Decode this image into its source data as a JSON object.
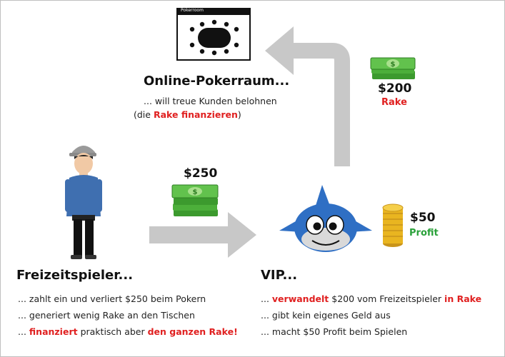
{
  "pokerroom": {
    "window_title": "Pokerroom",
    "heading": "Online-Pokerraum...",
    "line1": "... will treue Kunden belohnen",
    "line2_prefix": "(die ",
    "line2_highlight": "Rake finanzieren",
    "line2_suffix": ")"
  },
  "rake_payment": {
    "amount": "$200",
    "label": "Rake"
  },
  "player_payment": {
    "amount": "$250"
  },
  "vip_profit": {
    "amount": "$50",
    "label": "Profit"
  },
  "freizeitspieler": {
    "heading": "Freizeitspieler...",
    "line1": "... zahlt ein und verliert $250 beim Pokern",
    "line2": "... generiert wenig Rake an den Tischen",
    "line3_prefix": "... ",
    "line3_red1": "finanziert",
    "line3_mid": " praktisch aber ",
    "line3_red2": "den ganzen Rake!"
  },
  "vip": {
    "heading": "VIP...",
    "line1_prefix": "... ",
    "line1_red1": "verwandelt",
    "line1_mid": " $200 vom Freizeitspieler ",
    "line1_red2": "in Rake",
    "line2": "... gibt kein eigenes Geld aus",
    "line3": "... macht $50 Profit beim Spielen"
  },
  "colors": {
    "highlight_red": "#e02020",
    "profit_green": "#2aa13a",
    "arrow_gray": "#c8c8c8",
    "money_green": "#4caf3a",
    "shark_blue": "#2f6fc4",
    "coin_gold": "#e9b520"
  }
}
